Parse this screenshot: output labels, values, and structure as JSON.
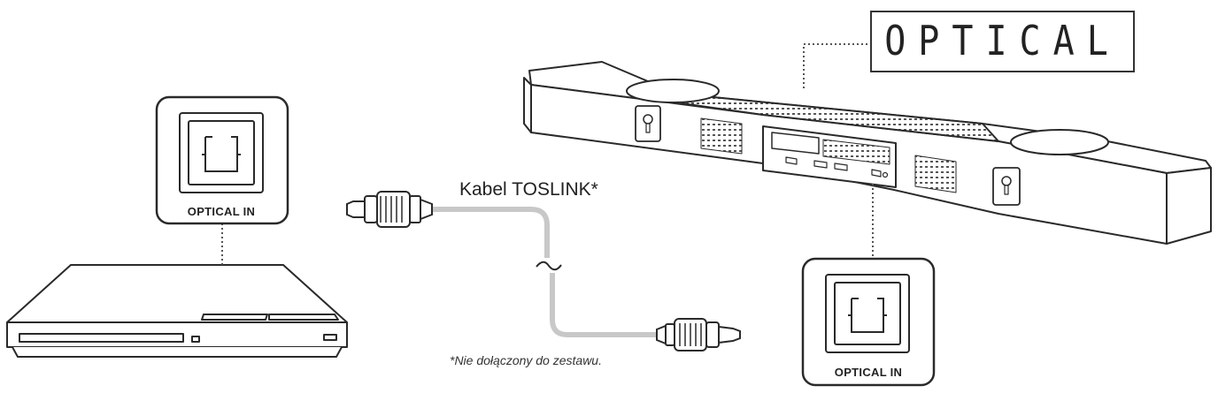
{
  "display": {
    "text": "OPTICAL"
  },
  "cable": {
    "label": "Kabel TOSLINK*"
  },
  "footnote": "*Nie dołączony do zestawu.",
  "source_port": {
    "label": "OPTICAL IN"
  },
  "soundbar_port": {
    "label": "OPTICAL IN"
  },
  "colors": {
    "line": "#333333",
    "cable": "#c8c8c8",
    "outline": "#2a2a2a"
  }
}
